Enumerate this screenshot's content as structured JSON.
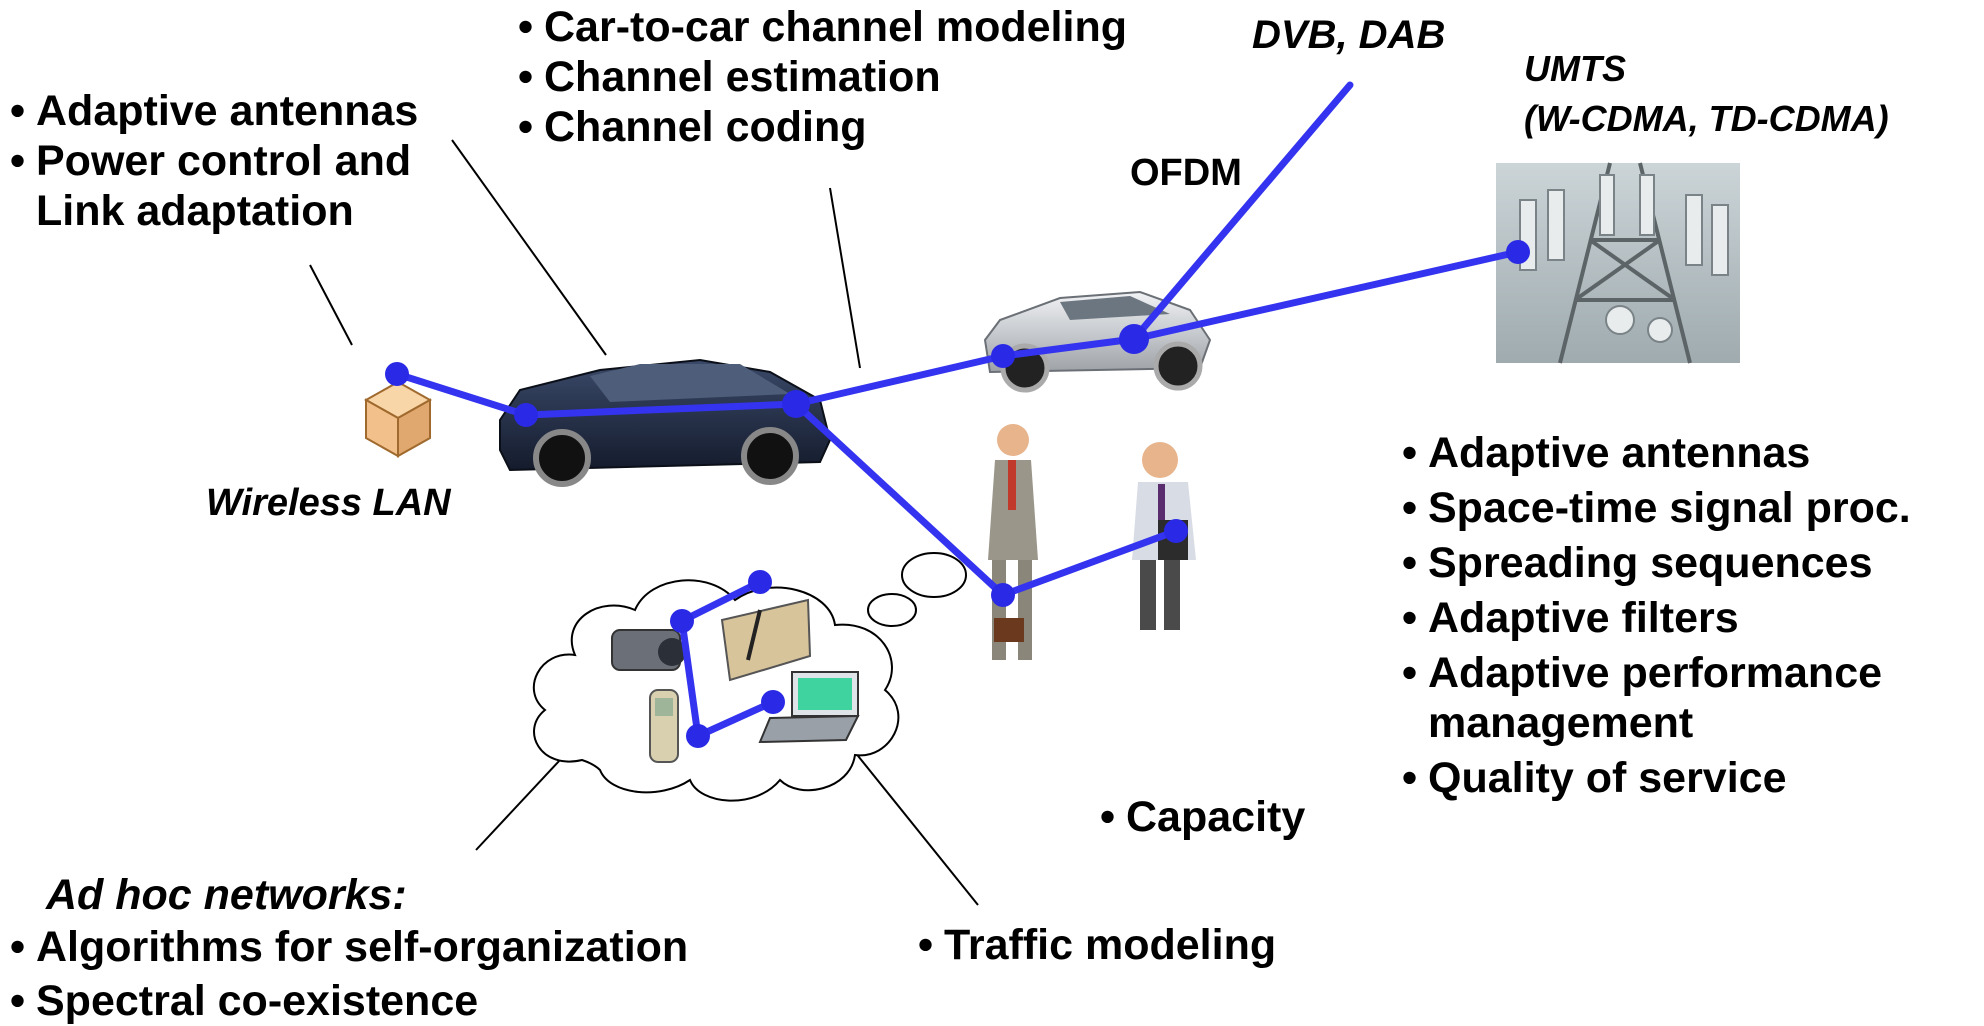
{
  "top_left_list": [
    {
      "bullet": "•",
      "text": "Adaptive antennas"
    },
    {
      "bullet": "•",
      "text": "Power control and"
    },
    {
      "bullet": "",
      "text": "Link adaptation"
    }
  ],
  "top_center_list": [
    {
      "bullet": "•",
      "text": "Car-to-car channel modeling"
    },
    {
      "bullet": "•",
      "text": "Channel estimation"
    },
    {
      "bullet": "•",
      "text": "Channel coding"
    }
  ],
  "labels": {
    "dvb_dab": "DVB, DAB",
    "umts": "UMTS",
    "umts_sub": "(W-CDMA, TD-CDMA)",
    "ofdm": "OFDM",
    "wireless_lan": "Wireless LAN",
    "capacity_bullet": "•",
    "capacity": "Capacity",
    "traffic_bullet": "•",
    "traffic": "Traffic modeling",
    "adhoc_title": "Ad hoc networks:"
  },
  "right_list": [
    {
      "bullet": "•",
      "text": "Adaptive antennas"
    },
    {
      "bullet": "•",
      "text": "Space-time signal proc."
    },
    {
      "bullet": "•",
      "text": "Spreading sequences"
    },
    {
      "bullet": "•",
      "text": "Adaptive filters"
    },
    {
      "bullet": "•",
      "text": "Adaptive performance"
    },
    {
      "bullet": "",
      "text": "management"
    },
    {
      "bullet": "•",
      "text": "Quality of service"
    }
  ],
  "adhoc_list": [
    {
      "bullet": "•",
      "text": "Algorithms for self-organization"
    },
    {
      "bullet": "•",
      "text": "Spectral co-existence"
    }
  ],
  "colors": {
    "link": "#3434f0",
    "node": "#2a2ae6",
    "car_dark": "#1f2a44",
    "car_silver": "#c9cdd2",
    "box": "#f2c08a",
    "tower_bg": "#b9c4c8"
  }
}
